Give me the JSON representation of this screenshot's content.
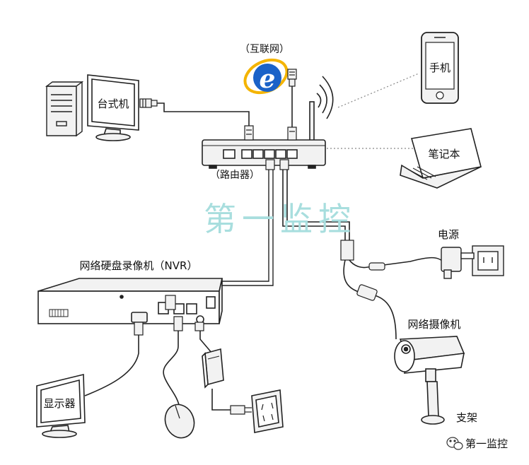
{
  "labels": {
    "internet": "（互联网）",
    "phone": "手机",
    "desktop": "台式机",
    "laptop": "笔记本",
    "router": "（路由器）",
    "power": "电源",
    "nvr": "网络硬盘录像机（NVR）",
    "camera": "网络摄像机",
    "monitor": "显示器",
    "bracket": "支架"
  },
  "watermark": "第一监控",
  "brand": "第一监控",
  "colors": {
    "line": "#222222",
    "light_fill": "#f2f2f2",
    "ie_blue": "#1a62c8",
    "ie_ring": "#f4b400",
    "watermark": "#a8dede"
  },
  "icons": {
    "internet": "internet-explorer-icon",
    "brand": "wechat-icon"
  }
}
